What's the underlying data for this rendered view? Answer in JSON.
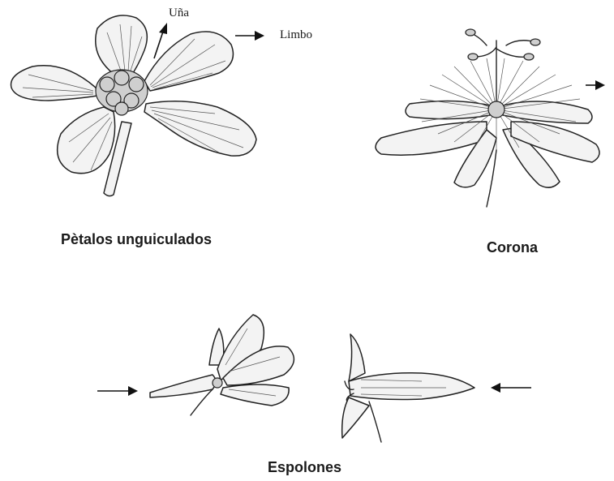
{
  "figure_a": {
    "caption": "Pètalos unguiculados",
    "label_una": "Uña",
    "label_limbo": "Limbo"
  },
  "figure_b": {
    "caption": "Corona"
  },
  "figure_c": {
    "caption": "Espolones"
  }
}
